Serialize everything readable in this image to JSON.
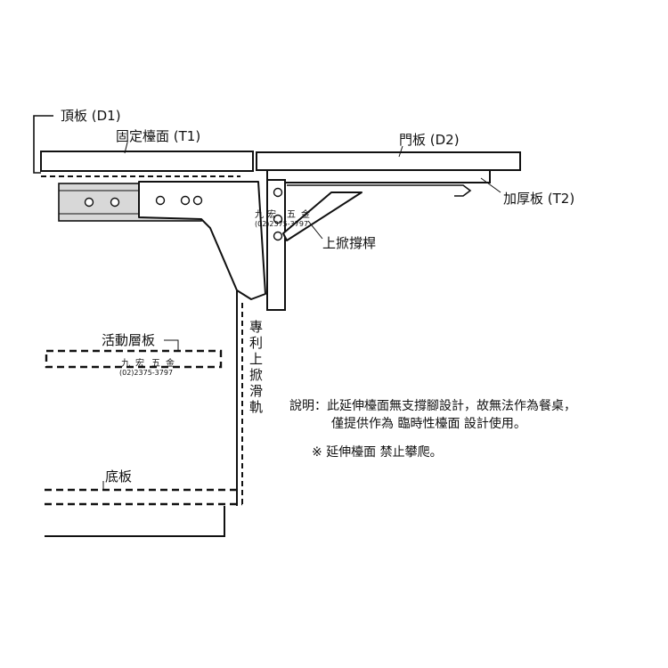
{
  "labels": {
    "top_board": "頂板 (D1)",
    "fixed_top": "固定檯面 (T1)",
    "door_board": "門板 (D2)",
    "thick_board": "加厚板 (T2)",
    "lift_brace": "上掀撐桿",
    "shelf": "活動層板",
    "bottom": "底板",
    "rail_chars": [
      "專",
      "利",
      "上",
      "掀",
      "滑",
      "軌"
    ]
  },
  "brand": {
    "name_chars": [
      "九",
      "宏",
      "五",
      "金"
    ],
    "phone": "(02)2375-3797"
  },
  "notes": {
    "line1": "說明：此延伸檯面無支撐腳設計，故無法作為餐桌，",
    "line2": "僅提供作為 臨時性檯面 設計使用。",
    "line3": "※  延伸檯面 禁止攀爬。"
  },
  "colors": {
    "ink": "#111111",
    "rail_fill": "#d8d8d8",
    "paper": "#ffffff"
  }
}
